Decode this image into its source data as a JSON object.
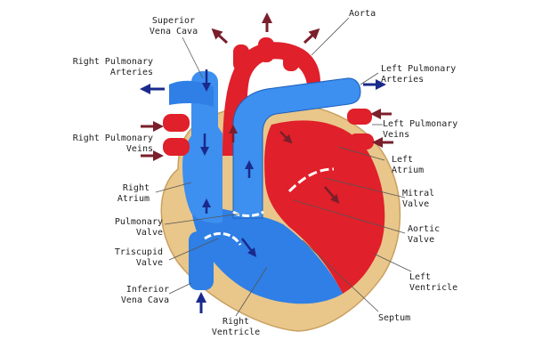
{
  "diagram": {
    "colors": {
      "oxygenated": "#e0202a",
      "deoxygenated": "#2f7fe6",
      "tissue": "#e9c68a",
      "arrow_in": "#7a1f2b",
      "arrow_out": "#1a2a8c",
      "line": "#555555"
    },
    "labels": {
      "superior_vena_cava": "Superior\nVena Cava",
      "aorta": "Aorta",
      "right_pulmonary_arteries": "Right Pulmonary\nArteries",
      "left_pulmonary_arteries": "Left Pulmonary\nArteries",
      "right_pulmonary_veins": "Right Pulmonary\nVeins",
      "left_pulmonary_veins": "Left Pulmonary\nVeins",
      "left_atrium": "Left\nAtrium",
      "right_atrium": "Right\nAtrium",
      "mitral_valve": "Mitral\nValve",
      "pulmonary_valve": "Pulmonary\nValve",
      "aortic_valve": "Aortic\nValve",
      "tricuspid_valve": "Triscupid\nValve",
      "left_ventricle": "Left\nVentricle",
      "inferior_vena_cava": "Inferior\nVena Cava",
      "right_ventricle": "Right\nVentricle",
      "septum": "Septum"
    }
  }
}
